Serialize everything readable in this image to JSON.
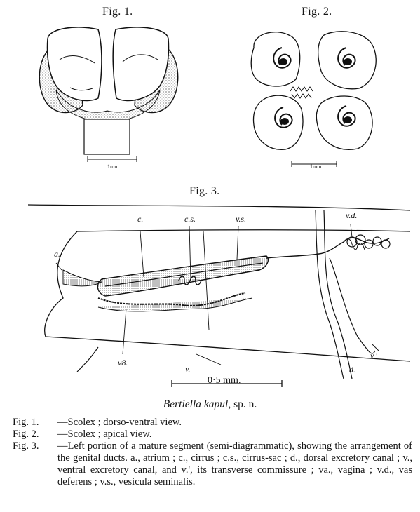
{
  "figures": {
    "fig1": {
      "label": "Fig. 1.",
      "scale": "1mm."
    },
    "fig2": {
      "label": "Fig. 2.",
      "scale": "1mm."
    },
    "fig3": {
      "label": "Fig. 3.",
      "scale": "0·5 mm.",
      "annotations": {
        "a": "a.",
        "c": "c.",
        "cs": "c.s.",
        "vs": "v.s.",
        "vd": "v.d.",
        "va": "v8.",
        "v": "v.",
        "d": "d.",
        "vprime": "v.'"
      }
    }
  },
  "species": {
    "name": "Bertiella kapul",
    "suffix": ", sp. n."
  },
  "captions": [
    {
      "key": "Fig. 1.",
      "text": "—Scolex ;  dorso-ventral view."
    },
    {
      "key": "Fig. 2.",
      "text": "—Scolex ;  apical view."
    },
    {
      "key": "Fig. 3.",
      "text": "—Left portion of a mature segment (semi-diagrammatic), showing the arrangement of the genital ducts.  a., atrium ; c., cirrus ;  c.s., cirrus-sac ;  d., dorsal excretory canal ; v., ventral excretory canal, and v.', its transverse commissure ; va., vagina ; v.d., vas deferens ; v.s., vesicula seminalis."
    }
  ]
}
